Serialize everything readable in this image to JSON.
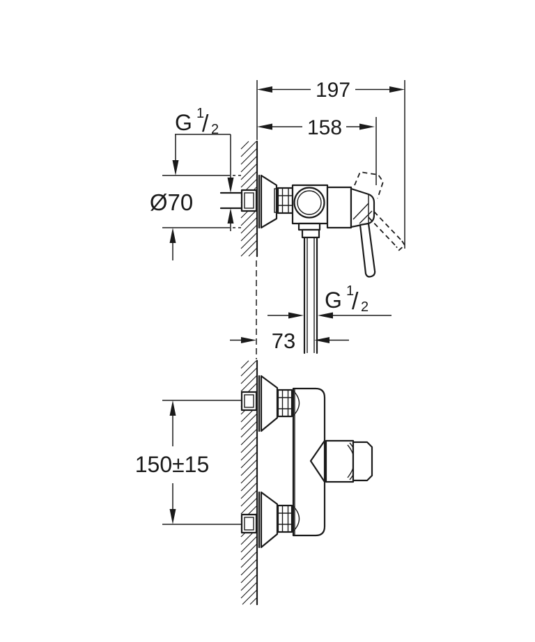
{
  "drawing": {
    "type": "technical-dimension-drawing",
    "subject": "wall-mounted single-lever shower mixer, side view and top view",
    "colors": {
      "background": "#ffffff",
      "line": "#1a1a1a"
    },
    "dimensions": {
      "overall_depth": {
        "label": "197"
      },
      "body_depth": {
        "label": "158"
      },
      "inlet_thread": {
        "prefix": "G",
        "numerator": "1",
        "slash": "/",
        "denominator": "2"
      },
      "escutcheon_diameter": {
        "label": "Ø70"
      },
      "outlet_thread": {
        "prefix": "G",
        "numerator": "1",
        "slash": "/",
        "denominator": "2"
      },
      "outlet_wall_offset": {
        "label": "73"
      },
      "inlet_center_distance": {
        "label": "150±15"
      }
    }
  }
}
